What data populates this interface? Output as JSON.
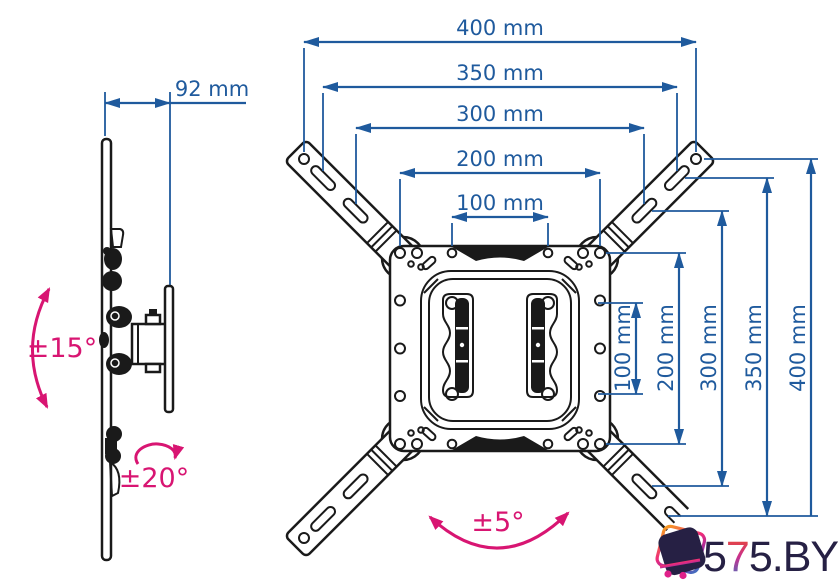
{
  "side_view": {
    "depth_label": "92 mm",
    "tilt_label": "±15°",
    "swivel_label": "±20°"
  },
  "front_view": {
    "horizontal_dims": [
      "400 mm",
      "350 mm",
      "300 mm",
      "200 mm",
      "100 mm"
    ],
    "vertical_dims": [
      "100 mm",
      "200 mm",
      "300 mm",
      "350 mm",
      "400 mm"
    ],
    "rotation_label": "±5°"
  },
  "logo": {
    "digit1": "5",
    "digit2": "7",
    "rest": "5.BY"
  },
  "colors": {
    "dimension_blue": "#1f5a9d",
    "angle_magenta": "#d81572",
    "outline_black": "#1a1a1a",
    "logo_navy": "#262044",
    "logo_gradient": [
      "#f7a31b",
      "#ee2a7b",
      "#8a2fa8",
      "#3a77c2"
    ]
  }
}
